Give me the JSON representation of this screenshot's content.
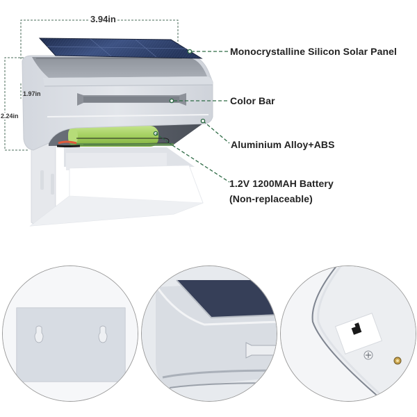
{
  "product": {
    "dimensions": {
      "width": "3.94in",
      "height_total": "2.24in",
      "height_body": "1.97in"
    },
    "callouts": [
      {
        "id": "solar-panel",
        "text": "Monocrystalline Silicon Solar Panel"
      },
      {
        "id": "color-bar",
        "text": "Color Bar"
      },
      {
        "id": "housing",
        "text": "Aluminium Alloy+ABS"
      },
      {
        "id": "battery",
        "line1": "1.2V 1200MAH Battery",
        "line2": "(Non-replaceable)"
      }
    ],
    "detail_views": [
      {
        "id": "mounting-plate",
        "depicts": "back-plate-with-keyhole-slots"
      },
      {
        "id": "corner-closeup",
        "depicts": "solar-panel-corner-and-color-bar"
      },
      {
        "id": "switch-closeup",
        "depicts": "power-switch-and-screw"
      }
    ]
  },
  "colors": {
    "leader_line": "#2e6b45",
    "text": "#222222",
    "solar_panel": "#2f3f63",
    "housing": "#e4e7ec",
    "battery": "#a8d46a",
    "dimension_line": "#4a6b5a"
  }
}
